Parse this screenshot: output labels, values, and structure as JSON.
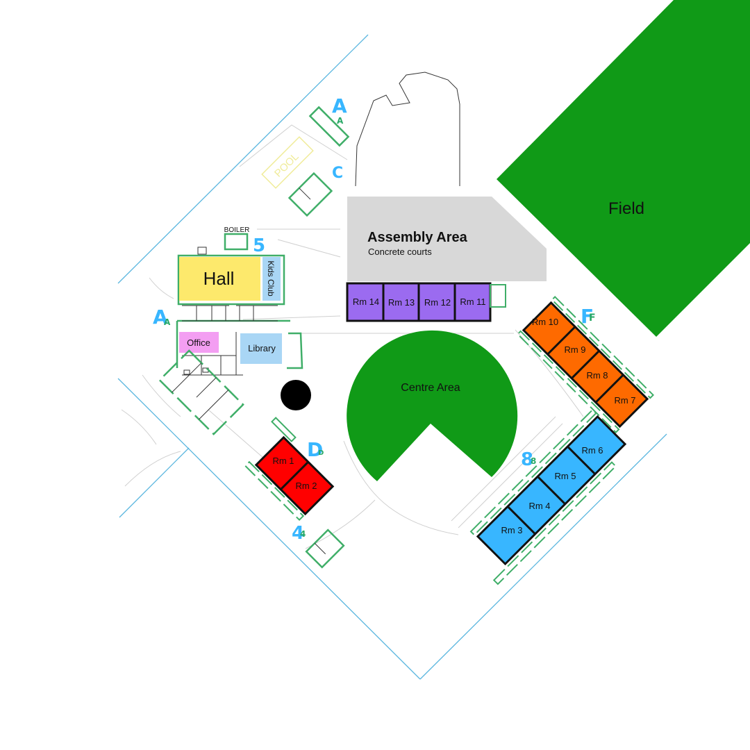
{
  "map": {
    "field_label": "Field",
    "assembly": {
      "title": "Assembly Area",
      "subtitle": "Concrete courts"
    },
    "centre_label": "Centre Area",
    "hall_label": "Hall",
    "kids_club_label": "Kids Club",
    "office_label": "Office",
    "library_label": "Library",
    "boiler_label": "BOILER",
    "pool_label": "POOL",
    "rooms": {
      "rm1": "Rm 1",
      "rm2": "Rm 2",
      "rm3": "Rm 3",
      "rm4": "Rm 4",
      "rm5": "Rm 5",
      "rm6": "Rm 6",
      "rm7": "Rm 7",
      "rm8": "Rm 8",
      "rm9": "Rm 9",
      "rm10": "Rm 10",
      "rm11": "Rm 11",
      "rm12": "Rm 12",
      "rm13": "Rm 13",
      "rm14": "Rm 14"
    },
    "markers": {
      "a_top": "A",
      "a_top_small": "A",
      "c": "C",
      "five": "5",
      "a_left": "A",
      "a_left_small": "A",
      "d": "D",
      "d_small": "D",
      "f": "F",
      "f_small": "F",
      "eight": "8",
      "eight_small": "8",
      "four": "4",
      "four_small": "4"
    }
  },
  "colors": {
    "field": "#109a17",
    "assembly": "#d8d8d8",
    "hall": "#fde96c",
    "kids_club": "#a9d6f5",
    "office": "#f39ef2",
    "library": "#a9d6f5",
    "rooms_purple": "#9b6bf0",
    "rooms_orange": "#fe6a00",
    "rooms_red": "#ff0000",
    "rooms_blue": "#38b6ff",
    "marker_blue": "#38b6ff",
    "marker_green": "#27a865",
    "boundary": "#5ab6df",
    "outline_green": "#3fae68"
  }
}
